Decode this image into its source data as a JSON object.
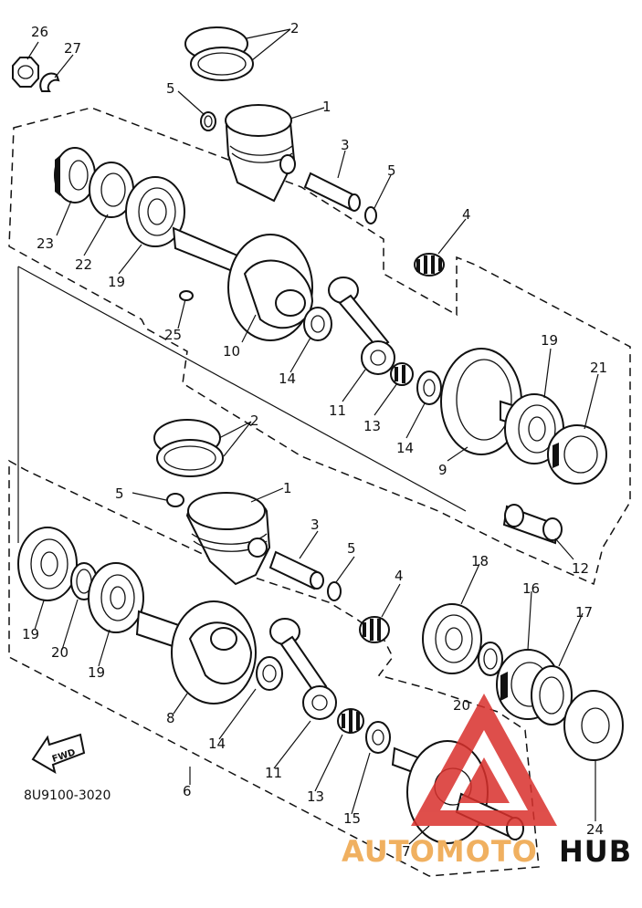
{
  "diagram": {
    "part_code": "8U9100-3020",
    "fwd_label": "FWD",
    "watermark": {
      "part1": "AUTOMOTO",
      "part2": "HUB"
    },
    "callouts": {
      "c26": "26",
      "c27": "27",
      "c2a": "2",
      "c5a": "5",
      "c1a": "1",
      "c3a": "3",
      "c5b": "5",
      "c4a": "4",
      "c23": "23",
      "c22": "22",
      "c19a": "19",
      "c25": "25",
      "c10": "10",
      "c14a": "14",
      "c11a": "11",
      "c13a": "13",
      "c14b": "14",
      "c19b": "19",
      "c21": "21",
      "c9": "9",
      "c12": "12",
      "c2b": "2",
      "c5c": "5",
      "c1b": "1",
      "c3b": "3",
      "c5d": "5",
      "c4b": "4",
      "c18": "18",
      "c16": "16",
      "c17": "17",
      "c19c": "19",
      "c20a": "20",
      "c19d": "19",
      "c8": "8",
      "c14c": "14",
      "c11b": "11",
      "c13b": "13",
      "c15": "15",
      "c20b": "20",
      "c24": "24",
      "c6": "6",
      "c7": "7"
    }
  }
}
